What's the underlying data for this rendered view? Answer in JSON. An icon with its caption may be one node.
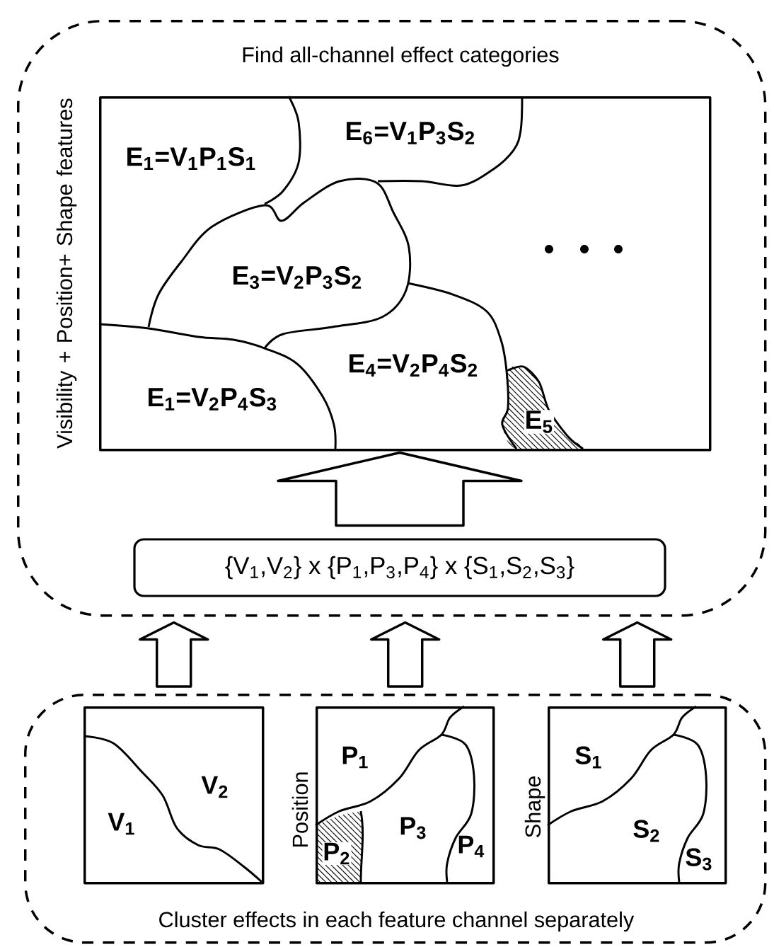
{
  "diagram": {
    "nodes": [
      {
        "text": [
          "Find all-channel effect categories"
        ]
      },
      {
        "text": [
          "Visibility + Position+ Shape features"
        ],
        "in": 0
      },
      {
        "text": [
          "E$_{1}$=V$_{1}$P$_{1}$S$_{1}$"
        ],
        "in": 1
      },
      {
        "text": [
          "E$_{6}$=V$_{1}$P$_{3}$S$_{2}$"
        ],
        "in": 1
      },
      {
        "text": [
          "E$_{3}$=V$_{2}$P$_{3}$S$_{2}$"
        ],
        "in": 1
      },
      {
        "text": [
          "E$_{4}$=V$_{2}$P$_{4}$S$_{2}$"
        ],
        "in": 1
      },
      {
        "text": [
          "E$_{1}$=V$_{2}$P$_{4}$S$_{3}$"
        ],
        "in": 1
      },
      {
        "text": [
          "E$_{5}$"
        ],
        "in": 1
      },
      {
        "text": [
          "{V$_{1}$,V$_{2}$} x {P$_{1}$,P$_{3}$,P$_{4}$} x {S$_{1}$,S$_{2}$,S$_{3}$}"
        ],
        "in": 0
      },
      {
        "text": [
          "Cluster effects in each feature channel separately"
        ]
      },
      {
        "text": [],
        "shape": "box",
        "in": 9
      },
      {
        "text": [
          "V$_{1}$"
        ],
        "in": 10
      },
      {
        "text": [
          "V$_{2}$"
        ],
        "in": 10
      },
      {
        "text": [
          "Position"
        ],
        "in": 9
      },
      {
        "text": [
          "P$_{1}$"
        ],
        "in": 13
      },
      {
        "text": [
          "P$_{2}$"
        ],
        "in": 13
      },
      {
        "text": [
          "P$_{3}$"
        ],
        "in": 13
      },
      {
        "text": [
          "P$_{4}$"
        ],
        "in": 13
      },
      {
        "text": [
          "Shape"
        ],
        "in": 9
      },
      {
        "text": [
          "S$_{1}$"
        ],
        "in": 18
      },
      {
        "text": [
          "S$_{2}$"
        ],
        "in": 18
      },
      {
        "text": [
          "S$_{3}$"
        ],
        "in": 18
      }
    ],
    "edges": [
      {
        "from": 8,
        "to": 1,
        "arrow": "to"
      },
      {
        "from": 10,
        "to": 0,
        "arrow": "to"
      },
      {
        "from": 13,
        "to": 0,
        "arrow": "to"
      },
      {
        "from": 18,
        "to": 0,
        "arrow": "to"
      }
    ]
  }
}
